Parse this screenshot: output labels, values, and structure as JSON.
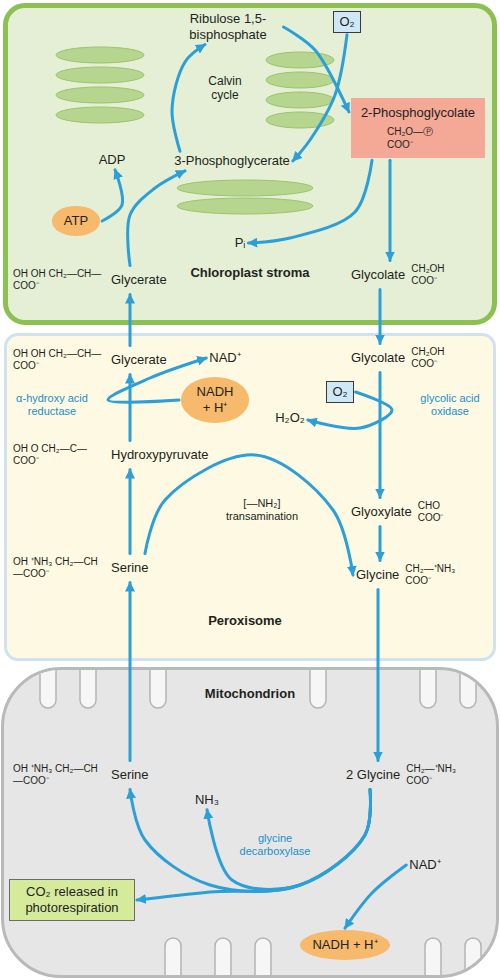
{
  "diagram": {
    "nodes": [
      {
        "text": [
          "Chloroplast stroma"
        ]
      },
      {
        "text": [
          "Ribulose 1,5- bisphosphate"
        ],
        "in": 0
      },
      {
        "text": [
          "O₂"
        ],
        "in": 0
      },
      {
        "text": [
          "3-Phosphoglycerate"
        ],
        "in": 0
      },
      {
        "text": [
          "2-Phosphoglycolate",
          "CH₂O—Ⓟ COO⁻"
        ],
        "in": 0
      },
      {
        "text": [
          "ADP"
        ],
        "in": 0
      },
      {
        "text": [
          "ATP"
        ],
        "in": 0
      },
      {
        "text": [
          "Glycerate",
          "OH OH CH₂—CH—COO⁻"
        ],
        "in": 0
      },
      {
        "text": [
          "Pᵢ"
        ],
        "in": 0
      },
      {
        "text": [
          "Glycolate",
          "CH₂OH COO⁻"
        ],
        "in": 0
      },
      {
        "text": [
          "Peroxisome"
        ]
      },
      {
        "text": [
          "Glycerate",
          "OH OH CH₂—CH—COO⁻"
        ],
        "in": 10
      },
      {
        "text": [
          "NAD⁺"
        ],
        "in": 10
      },
      {
        "text": [
          "NADH + H⁺"
        ],
        "in": 10
      },
      {
        "text": [
          "Hydroxypyruvate",
          "OH O CH₂—C—COO⁻"
        ],
        "in": 10
      },
      {
        "text": [
          "Serine",
          "OH ⁺NH₃ CH₂—CH—COO⁻"
        ],
        "in": 10
      },
      {
        "text": [
          "Glycolate",
          "CH₂OH COO⁻"
        ],
        "in": 10
      },
      {
        "text": [
          "O₂"
        ],
        "in": 10
      },
      {
        "text": [
          "H₂O₂"
        ],
        "in": 10
      },
      {
        "text": [
          "Glyoxylate",
          "CHO COO⁻"
        ],
        "in": 10
      },
      {
        "text": [
          "Glycine",
          "CH₂—⁺NH₃ COO⁻"
        ],
        "in": 10
      },
      {
        "text": [
          "Mitochondrion"
        ]
      },
      {
        "text": [
          "Serine",
          "OH ⁺NH₃ CH₂—CH—COO⁻"
        ],
        "in": 21
      },
      {
        "text": [
          "NH₃"
        ],
        "in": 21
      },
      {
        "text": [
          "CO₂ released in photorespiration"
        ],
        "in": 21
      },
      {
        "text": [
          "2 Glycine",
          "CH₂—⁺NH₃ COO⁻"
        ],
        "in": 21
      },
      {
        "text": [
          "NAD⁺"
        ],
        "in": 21
      },
      {
        "text": [
          "NADH + H⁺"
        ],
        "in": 21
      }
    ],
    "edges": [
      {
        "from": 1,
        "to": 4,
        "arrow": "to"
      },
      {
        "from": 2,
        "to": 3,
        "arrow": "to"
      },
      {
        "from": 3,
        "to": 1,
        "arrow": "to"
      },
      {
        "from": 4,
        "to": 9,
        "arrow": "to"
      },
      {
        "from": 4,
        "to": 8,
        "arrow": "to"
      },
      {
        "from": 9,
        "to": 16,
        "arrow": "to"
      },
      {
        "from": 16,
        "to": 19,
        "arrow": "to"
      },
      {
        "from": 17,
        "to": 18,
        "arrow": "to"
      },
      {
        "from": 19,
        "to": 20,
        "arrow": "to"
      },
      {
        "from": 20,
        "to": 25,
        "arrow": "to"
      },
      {
        "from": 25,
        "to": 22,
        "arrow": "to"
      },
      {
        "from": 25,
        "to": 23,
        "arrow": "to"
      },
      {
        "from": 25,
        "to": 24,
        "arrow": "to"
      },
      {
        "from": 26,
        "to": 27,
        "arrow": "to"
      },
      {
        "from": 22,
        "to": 15,
        "arrow": "to"
      },
      {
        "from": 15,
        "to": 14,
        "arrow": "to"
      },
      {
        "from": 15,
        "to": 20,
        "arrow": "to"
      },
      {
        "from": 14,
        "to": 11,
        "arrow": "to"
      },
      {
        "from": 13,
        "to": 12,
        "arrow": "to"
      },
      {
        "from": 11,
        "to": 7,
        "arrow": "to"
      },
      {
        "from": 7,
        "to": 3,
        "arrow": "to"
      },
      {
        "from": 6,
        "to": 5,
        "arrow": "to"
      }
    ],
    "labels": [
      "Calvin cycle",
      "α-hydroxy acid reductase",
      "glycolic acid oxidase",
      "[—NH₂] transamination",
      "glycine decarboxylase"
    ]
  }
}
